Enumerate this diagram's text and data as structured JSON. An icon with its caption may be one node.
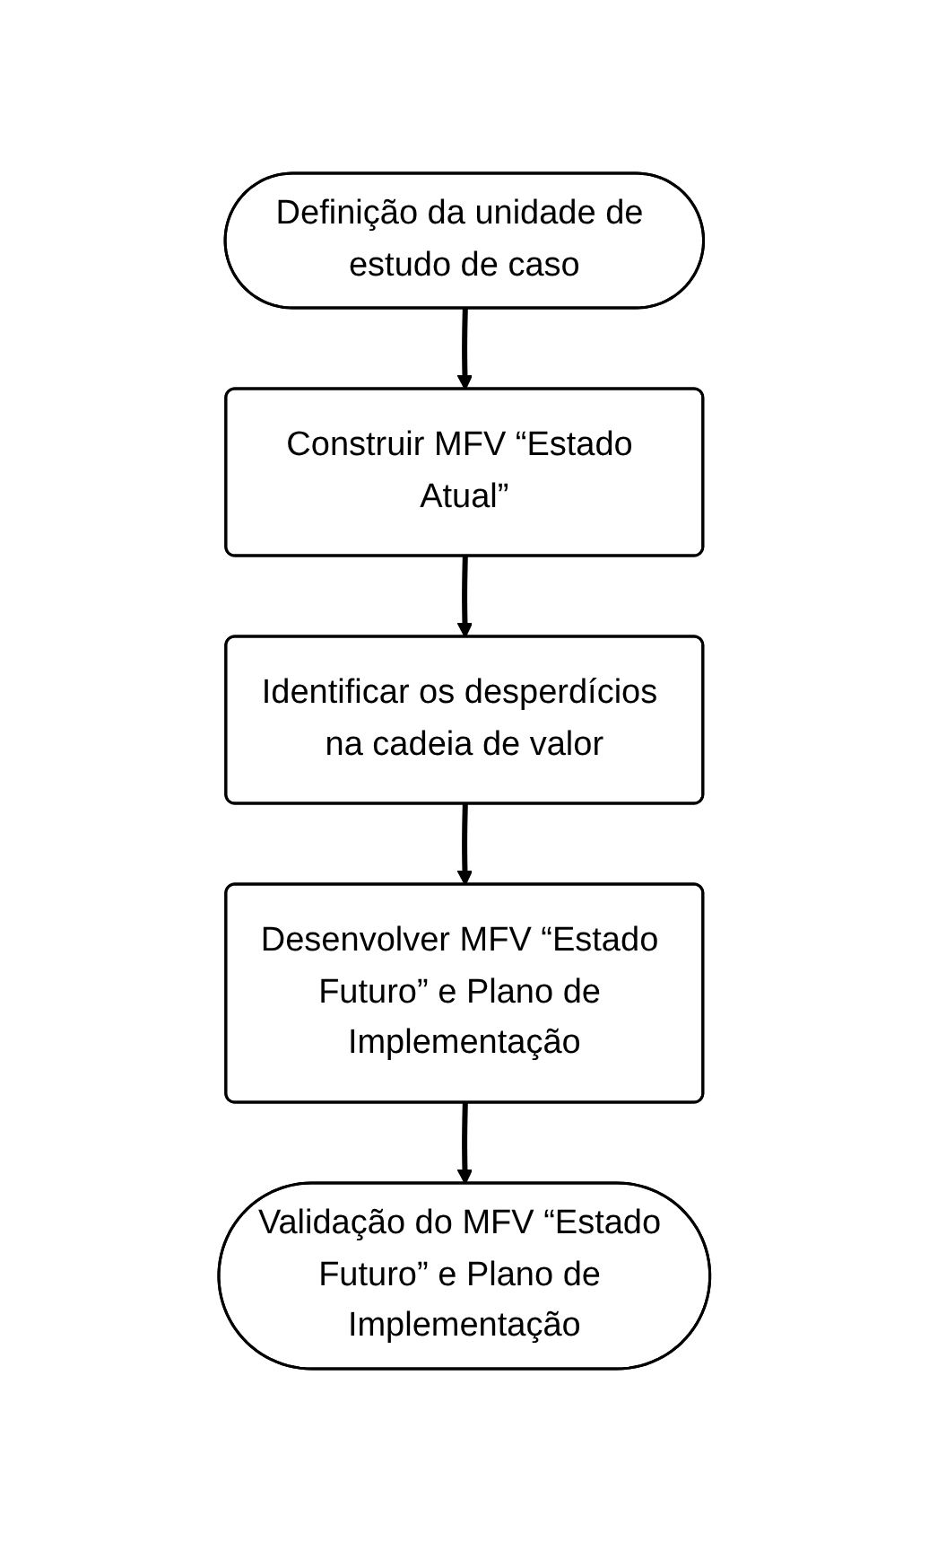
{
  "diagram": {
    "nodes": [
      {
        "text": [
          "Definição da unidade de estudo de caso"
        ]
      },
      {
        "text": [
          "Construir MFV “Estado Atual”"
        ]
      },
      {
        "text": [
          "Identificar os desperdícios na cadeia de valor"
        ]
      },
      {
        "text": [
          "Desenvolver MFV “Estado Futuro” e Plano de Implementação"
        ]
      },
      {
        "text": [
          "Validação do MFV “Estado Futuro” e Plano de Implementação"
        ]
      }
    ],
    "edges": [
      {
        "from": 0,
        "to": 1,
        "arrow": "to"
      },
      {
        "from": 1,
        "to": 2,
        "arrow": "to"
      },
      {
        "from": 2,
        "to": 3,
        "arrow": "to"
      },
      {
        "from": 3,
        "to": 4,
        "arrow": "to"
      }
    ]
  }
}
